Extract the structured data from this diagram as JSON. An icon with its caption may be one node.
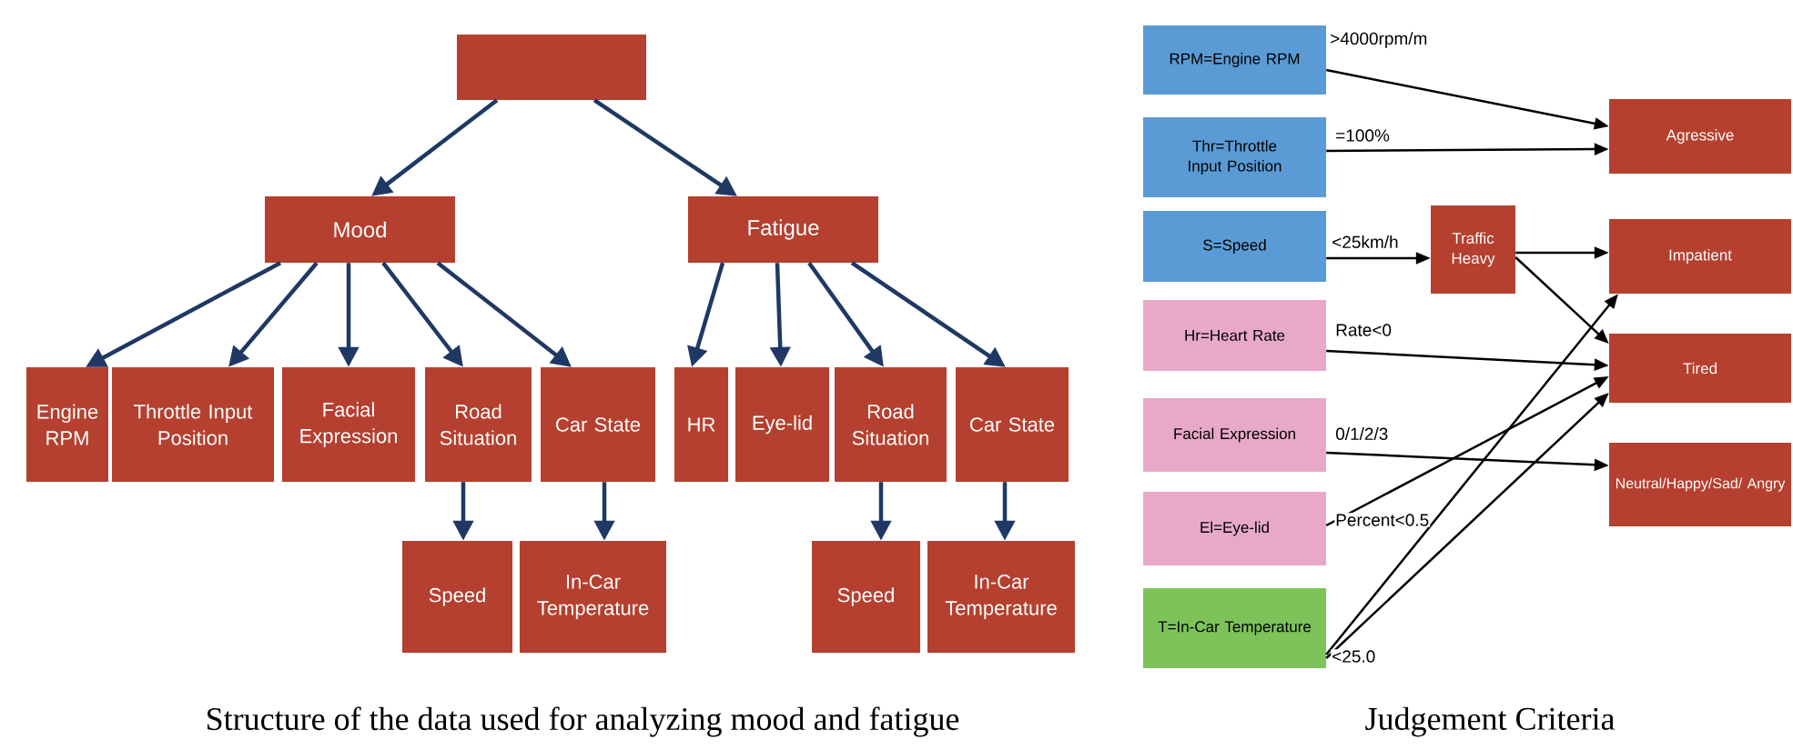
{
  "diagram": {
    "nodes": [
      {
        "text": [],
        "shape": "box"
      },
      {
        "text": [
          "Mood"
        ]
      },
      {
        "text": [
          "Fatigue"
        ]
      },
      {
        "text": [
          "Engine RPM"
        ]
      },
      {
        "text": [
          "Throttle Input Position"
        ]
      },
      {
        "text": [
          "Facial Expression"
        ]
      },
      {
        "text": [
          "Road Situation"
        ]
      },
      {
        "text": [
          "Car State"
        ]
      },
      {
        "text": [
          "HR"
        ]
      },
      {
        "text": [
          "Eye-lid"
        ]
      },
      {
        "text": [
          "Road Situation"
        ]
      },
      {
        "text": [
          "Car State"
        ]
      },
      {
        "text": [
          "Speed"
        ]
      },
      {
        "text": [
          "In-Car Temperature"
        ]
      },
      {
        "text": [
          "Speed"
        ]
      },
      {
        "text": [
          "In-Car Temperature"
        ]
      },
      {
        "text": [
          "RPM=Engine RPM"
        ]
      },
      {
        "text": [
          "Thr=Throttle Input Position"
        ]
      },
      {
        "text": [
          "S=Speed"
        ]
      },
      {
        "text": [
          "Traffic Heavy"
        ]
      },
      {
        "text": [
          "Hr=Heart Rate"
        ]
      },
      {
        "text": [
          "Facial Expression"
        ]
      },
      {
        "text": [
          "El=Eye-lid"
        ]
      },
      {
        "text": [
          "T=In-Car Temperature"
        ]
      },
      {
        "text": [
          "Agressive"
        ]
      },
      {
        "text": [
          "Impatient"
        ]
      },
      {
        "text": [
          "Tired"
        ]
      },
      {
        "text": [
          "Neutral/Happy/Sad/ Angry"
        ]
      }
    ],
    "edges": [
      {
        "from": 0,
        "to": 1,
        "arrow": "to"
      },
      {
        "from": 0,
        "to": 2,
        "arrow": "to"
      },
      {
        "from": 1,
        "to": 3,
        "arrow": "to"
      },
      {
        "from": 1,
        "to": 4,
        "arrow": "to"
      },
      {
        "from": 1,
        "to": 5,
        "arrow": "to"
      },
      {
        "from": 1,
        "to": 6,
        "arrow": "to"
      },
      {
        "from": 1,
        "to": 7,
        "arrow": "to"
      },
      {
        "from": 2,
        "to": 8,
        "arrow": "to"
      },
      {
        "from": 2,
        "to": 9,
        "arrow": "to"
      },
      {
        "from": 2,
        "to": 10,
        "arrow": "to"
      },
      {
        "from": 2,
        "to": 11,
        "arrow": "to"
      },
      {
        "from": 6,
        "to": 12,
        "arrow": "to"
      },
      {
        "from": 7,
        "to": 13,
        "arrow": "to"
      },
      {
        "from": 10,
        "to": 14,
        "arrow": "to"
      },
      {
        "from": 11,
        "to": 15,
        "arrow": "to"
      },
      {
        "from": 16,
        "to": 24,
        "arrow": "to",
        "label": ">4000rpm/m",
        "color": "#000000"
      },
      {
        "from": 17,
        "to": 24,
        "arrow": "to",
        "label": "=100%",
        "color": "#000000"
      },
      {
        "from": 18,
        "to": 19,
        "arrow": "to",
        "label": "<25km/h",
        "color": "#000000"
      },
      {
        "from": 19,
        "to": 25,
        "arrow": "to",
        "color": "#000000"
      },
      {
        "from": 19,
        "to": 26,
        "arrow": "to",
        "color": "#000000"
      },
      {
        "from": 20,
        "to": 26,
        "arrow": "to",
        "label": "Rate<0",
        "color": "#000000"
      },
      {
        "from": 21,
        "to": 27,
        "arrow": "to",
        "label": "0/1/2/3",
        "color": "#000000"
      },
      {
        "from": 22,
        "to": 26,
        "arrow": "to",
        "label": "Percent<0.5",
        "color": "#000000"
      },
      {
        "from": 23,
        "to": 25,
        "arrow": "to",
        "label": "<25.0",
        "color": "#000000"
      },
      {
        "from": 23,
        "to": 26,
        "arrow": "to",
        "color": "#000000"
      }
    ],
    "labels": [
      "Structure of the data used for analyzing mood and fatigue",
      "Judgement Criteria"
    ]
  }
}
